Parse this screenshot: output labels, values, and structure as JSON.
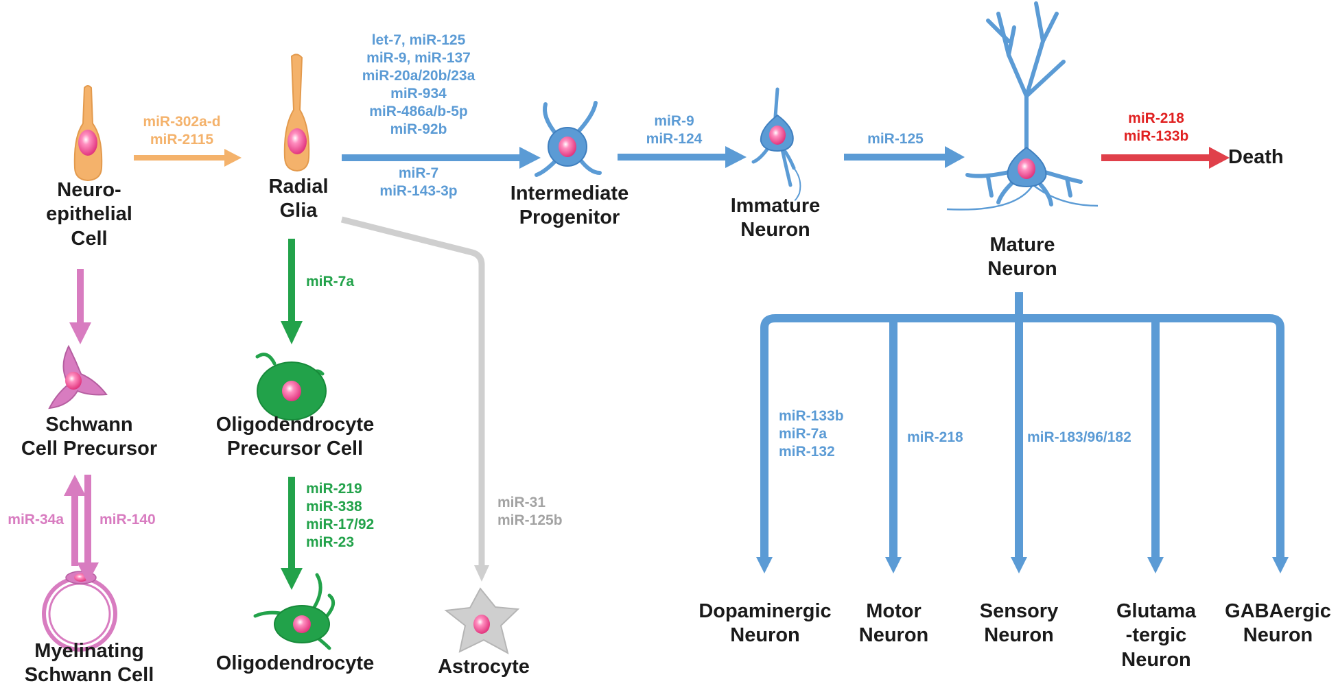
{
  "cells": {
    "neuroepithelial": "Neuro-\nepithelial\nCell",
    "radial_glia": "Radial\nGlia",
    "intermediate": "Intermediate\nProgenitor",
    "immature": "Immature\nNeuron",
    "mature": "Mature\nNeuron",
    "death": "Death",
    "schwann_precursor": "Schwann\nCell Precursor",
    "myelinating": "Myelinating\nSchwann Cell",
    "opc": "Oligodendrocyte\nPrecursor Cell",
    "oligodendrocyte": "Oligodendrocyte",
    "astrocyte": "Astrocyte",
    "dopaminergic": "Dopaminergic\nNeuron",
    "motor": "Motor\nNeuron",
    "sensory": "Sensory\nNeuron",
    "glutamatergic": "Glutama\n-tergic\nNeuron",
    "gabaergic": "GABAergic\nNeuron"
  },
  "mirnas": {
    "ne_to_rg": "miR-302a-d\nmiR-2115",
    "rg_to_ip_top": "let-7, miR-125\nmiR-9, miR-137\nmiR-20a/20b/23a\nmiR-934\nmiR-486a/b-5p\nmiR-92b",
    "rg_to_ip_bottom": "miR-7\nmiR-143-3p",
    "ip_to_imm": "miR-9\nmiR-124",
    "imm_to_mat": "miR-125",
    "mat_to_death": "miR-218\nmiR-133b",
    "rg_to_opc": "miR-7a",
    "opc_to_ol": "miR-219\nmiR-338\nmiR-17/92\nmiR-23",
    "rg_to_astro": "miR-31\nmiR-125b",
    "scp_up": "miR-34a",
    "scp_down": "miR-140",
    "to_dopaminergic": "miR-133b\nmiR-7a\nmiR-132",
    "to_motor": "miR-218",
    "to_sensory": "miR-183/96/182"
  },
  "colors": {
    "blue": "#5b9bd5",
    "orange": "#f4b26b",
    "pink": "#d87cc0",
    "green": "#22a24a",
    "gray": "#cfcfcf",
    "red": "#e0404a",
    "nucleus": "#e8458a"
  }
}
